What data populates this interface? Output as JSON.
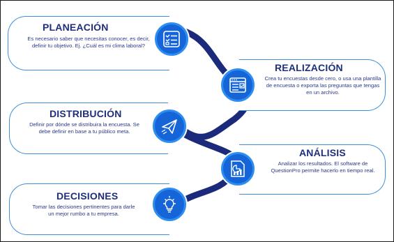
{
  "colors": {
    "navy": "#1f2f7a",
    "path": "#1b2a7a",
    "node": "#1565d8",
    "node_ring": "#2d8df0",
    "card_border": "#3f8fd8"
  },
  "steps": [
    {
      "title": "PLANEACIÓN",
      "description": "Es necesario saber que necesitas conocer, es decir, definir tu objetivo. Ej. ¿Cuál es mi clima laboral?",
      "icon": "checklist-icon"
    },
    {
      "title": "REALIZACIÓN",
      "description": "Crea tu encuestas desde cero, o usa una plantilla de encuesta o exporta las preguntas que tengas en un archivo.",
      "icon": "web-form-icon"
    },
    {
      "title": "DISTRIBUCIÓN",
      "description": "Definir por dónde se distribuira la encuesta. Se debe definir en base a tu público meta.",
      "icon": "paper-plane-icon"
    },
    {
      "title": "ANÁLISIS",
      "description": "Analizar los resultados. El software de QuestionPro permite hacerlo en tiempo real.",
      "icon": "report-chart-icon"
    },
    {
      "title": "DECISIONES",
      "description": "Tomar las decisiones pertinentes para darle un mejor rumbo a tu empresa.",
      "icon": "lightbulb-icon"
    }
  ]
}
